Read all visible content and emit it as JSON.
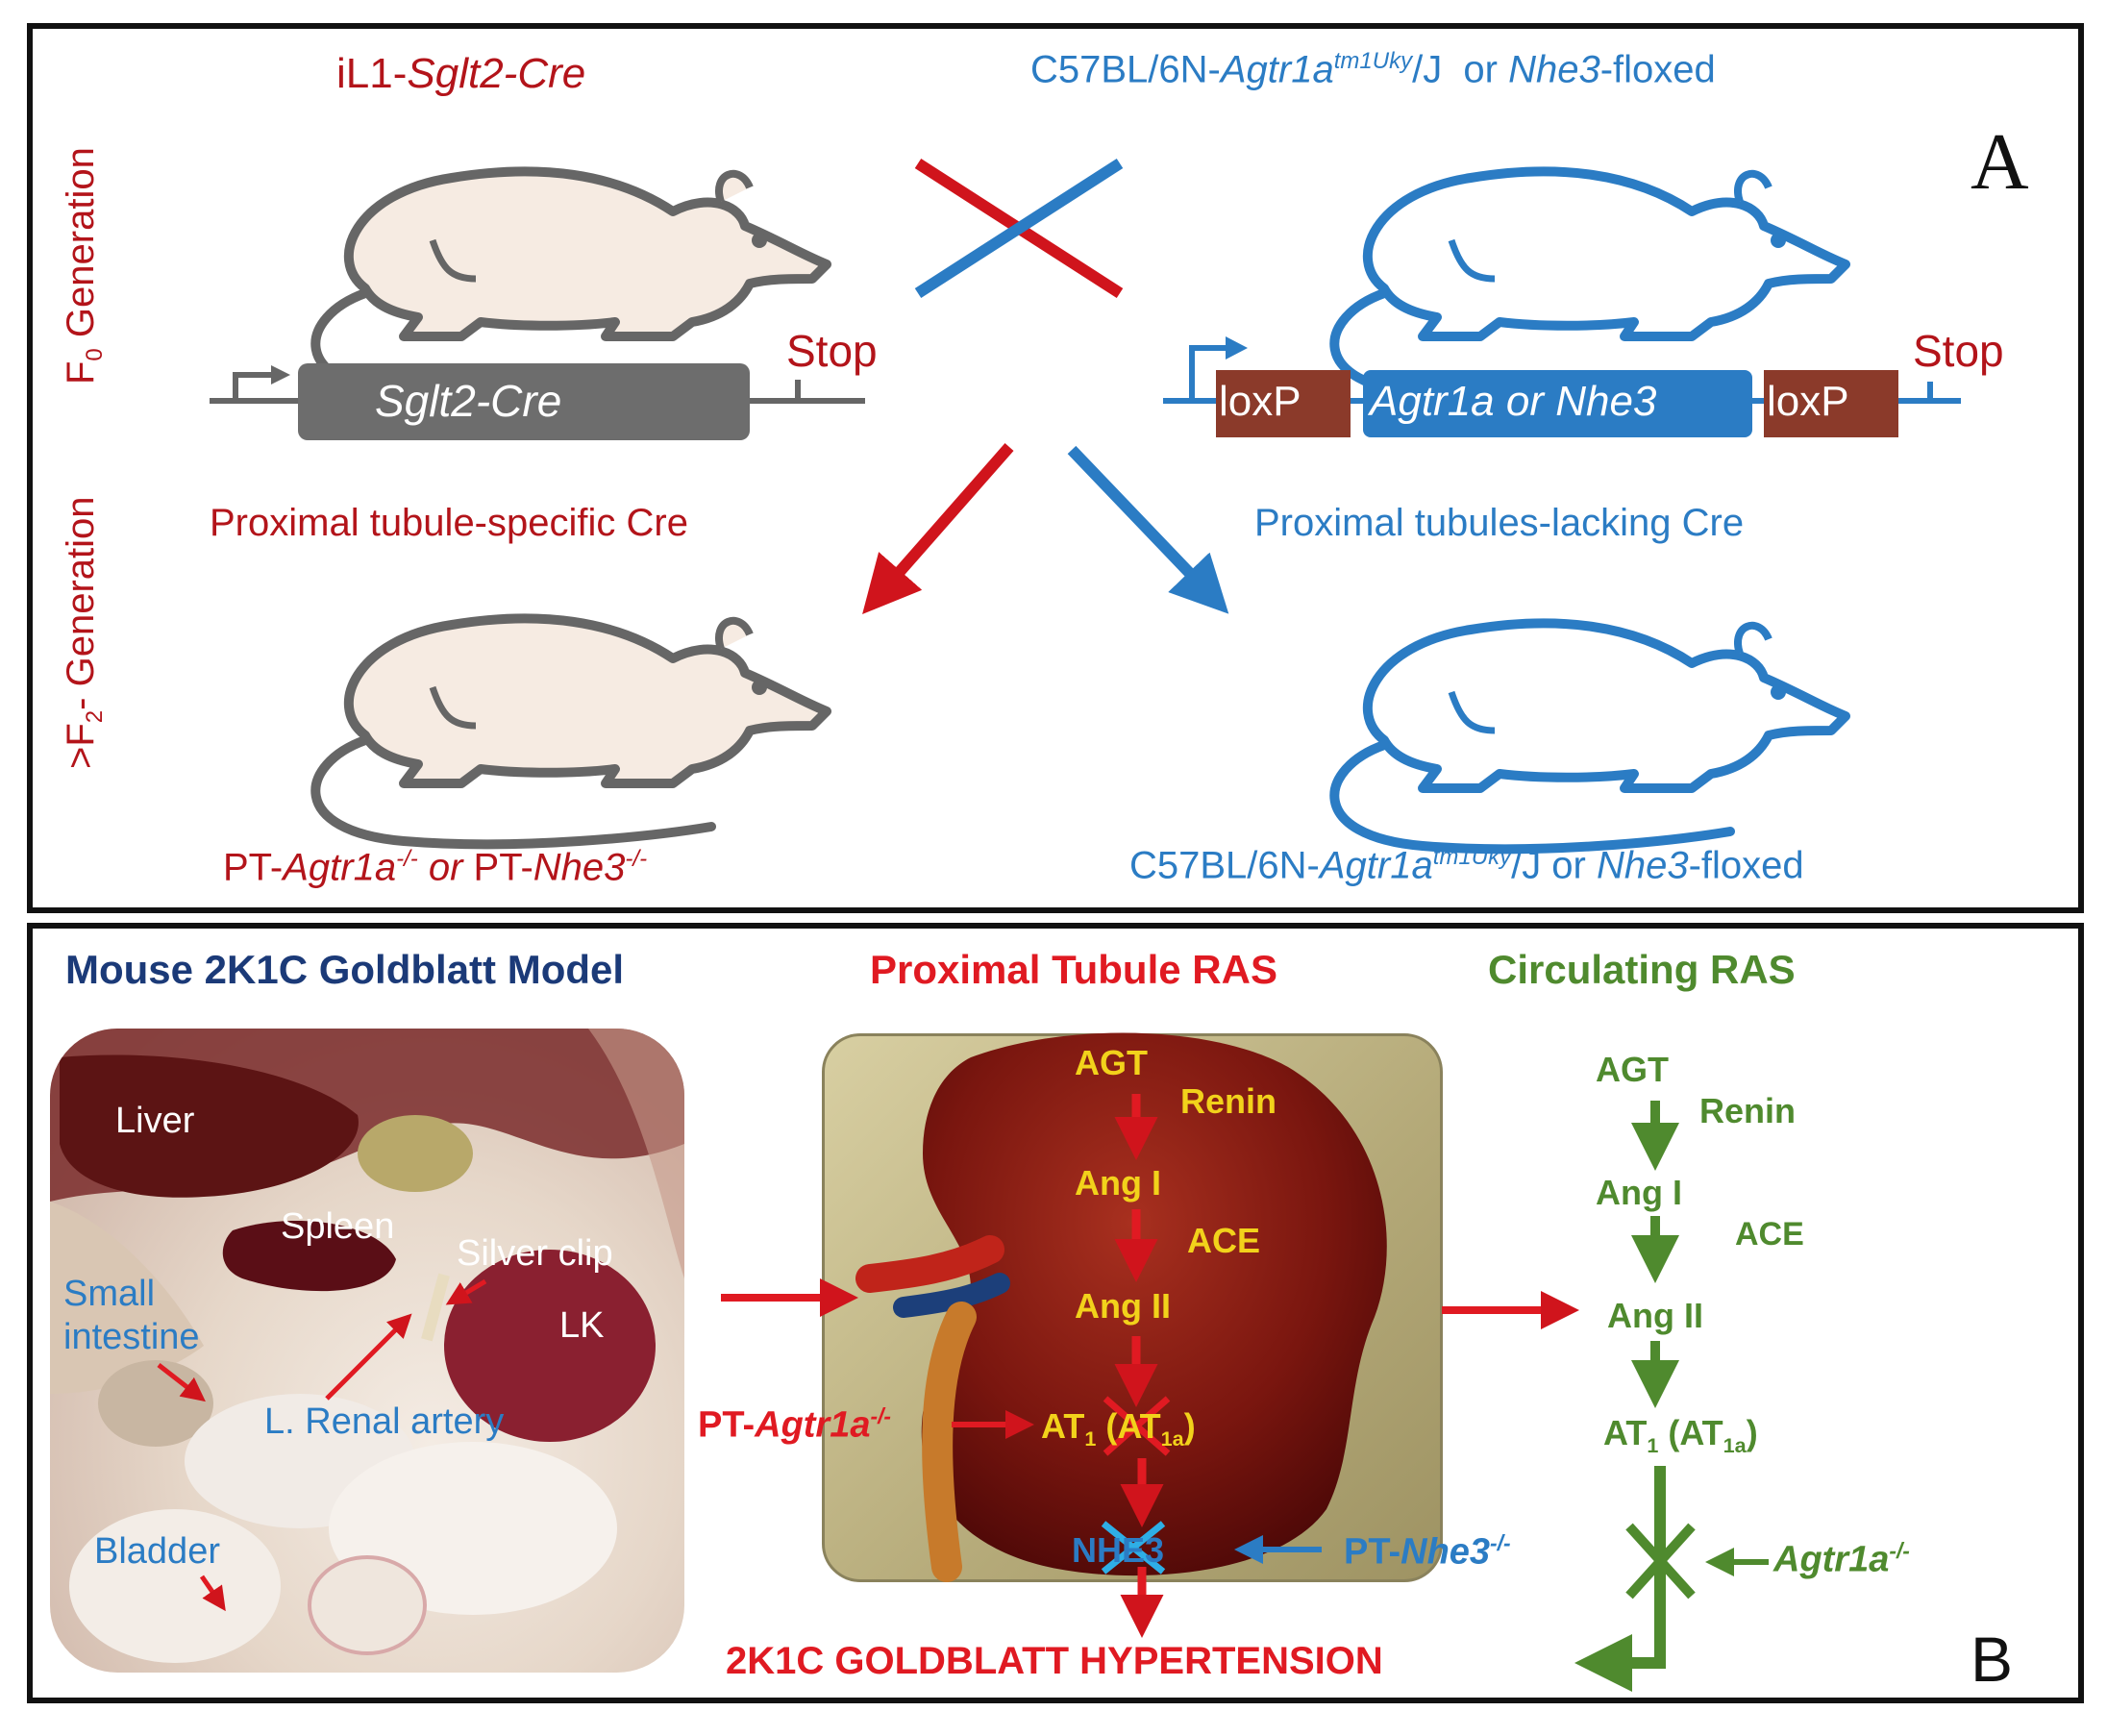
{
  "panel_a": {
    "label": "A",
    "top_left_title_plain": "iL1-",
    "top_left_title_ital": "Sglt2-Cre",
    "top_right_title_plain1": "C57BL/6N-",
    "top_right_title_ital1": "Agtr1a",
    "top_right_title_sup": "tm1Uky",
    "top_right_title_plain2": "/J  or ",
    "top_right_title_ital2": "Nhe3",
    "top_right_title_plain3": "-floxed",
    "f0_label_main": "F",
    "f0_label_sub": "0",
    "f0_label_rest": " Generation",
    "f2_label_pre": ">F",
    "f2_label_sub": "2",
    "f2_label_rest": "- Generation",
    "sglt2_box": "Sglt2-Cre",
    "stop_left": "Stop",
    "stop_right": "Stop",
    "loxp_left": "loxP",
    "loxp_right": "loxP",
    "gene_box": "Agtr1a or Nhe3",
    "pt_specific_cre": "Proximal tubule-specific Cre",
    "pt_lacking_cre": "Proximal tubules-lacking Cre",
    "bottom_left_p1": "PT-",
    "bottom_left_i1": "Agtr1a",
    "bottom_left_s1": "-/-",
    "bottom_left_i2": " or ",
    "bottom_left_p2": "PT-",
    "bottom_left_i3": "Nhe3",
    "bottom_left_s2": "-/-",
    "bottom_right_plain1": "C57BL/6N-",
    "bottom_right_ital1": "Agtr1a",
    "bottom_right_sup": "tm1Uky",
    "bottom_right_plain2": "/J or ",
    "bottom_right_ital2": "Nhe3",
    "bottom_right_plain3": "-floxed"
  },
  "panel_b": {
    "label": "B",
    "title_model": "Mouse 2K1C Goldblatt Model",
    "title_pt_ras": "Proximal Tubule RAS",
    "title_circ_ras": "Circulating RAS",
    "photo_labels": {
      "liver": "Liver",
      "spleen": "Spleen",
      "silver_clip": "Silver clip",
      "small_intestine_1": "Small",
      "small_intestine_2": "intestine",
      "lk": "LK",
      "renal_artery": "L. Renal artery",
      "bladder": "Bladder"
    },
    "kidney": {
      "agt": "AGT",
      "renin": "Renin",
      "ang1": "Ang I",
      "ace": "ACE",
      "ang2": "Ang II",
      "at1_pre": "AT",
      "at1_sub": "1",
      "at1a_pre": " (AT",
      "at1a_sub": "1a",
      "at1a_post": ")",
      "nhe3": "NHE3"
    },
    "pt_agtr1a_plain": "PT-",
    "pt_agtr1a_ital": "Agtr1a",
    "pt_agtr1a_sup": "-/-",
    "pt_nhe3_plain": "PT-",
    "pt_nhe3_ital": "Nhe3",
    "pt_nhe3_sup": "-/-",
    "agtr1a_ital": "Agtr1a",
    "agtr1a_sup": "-/-",
    "circulating": {
      "agt": "AGT",
      "renin": "Renin",
      "ang1": "Ang I",
      "ace": "ACE",
      "ang2": "Ang II",
      "at1_pre": "AT",
      "at1_sub": "1",
      "at1a_pre": " (AT",
      "at1a_sub": "1a",
      "at1a_post": ")"
    },
    "hypertension": "2K1C GOLDBLATT HYPERTENSION"
  },
  "colors": {
    "red": "#d0141c",
    "dark_red": "#b3141a",
    "blue": "#2b7cc4",
    "navy": "#1b3a78",
    "green": "#4f8a2e",
    "gray_box": "#6d6d6d",
    "loxp_brown": "#8b3a2a",
    "yellow": "#f2d21b"
  }
}
